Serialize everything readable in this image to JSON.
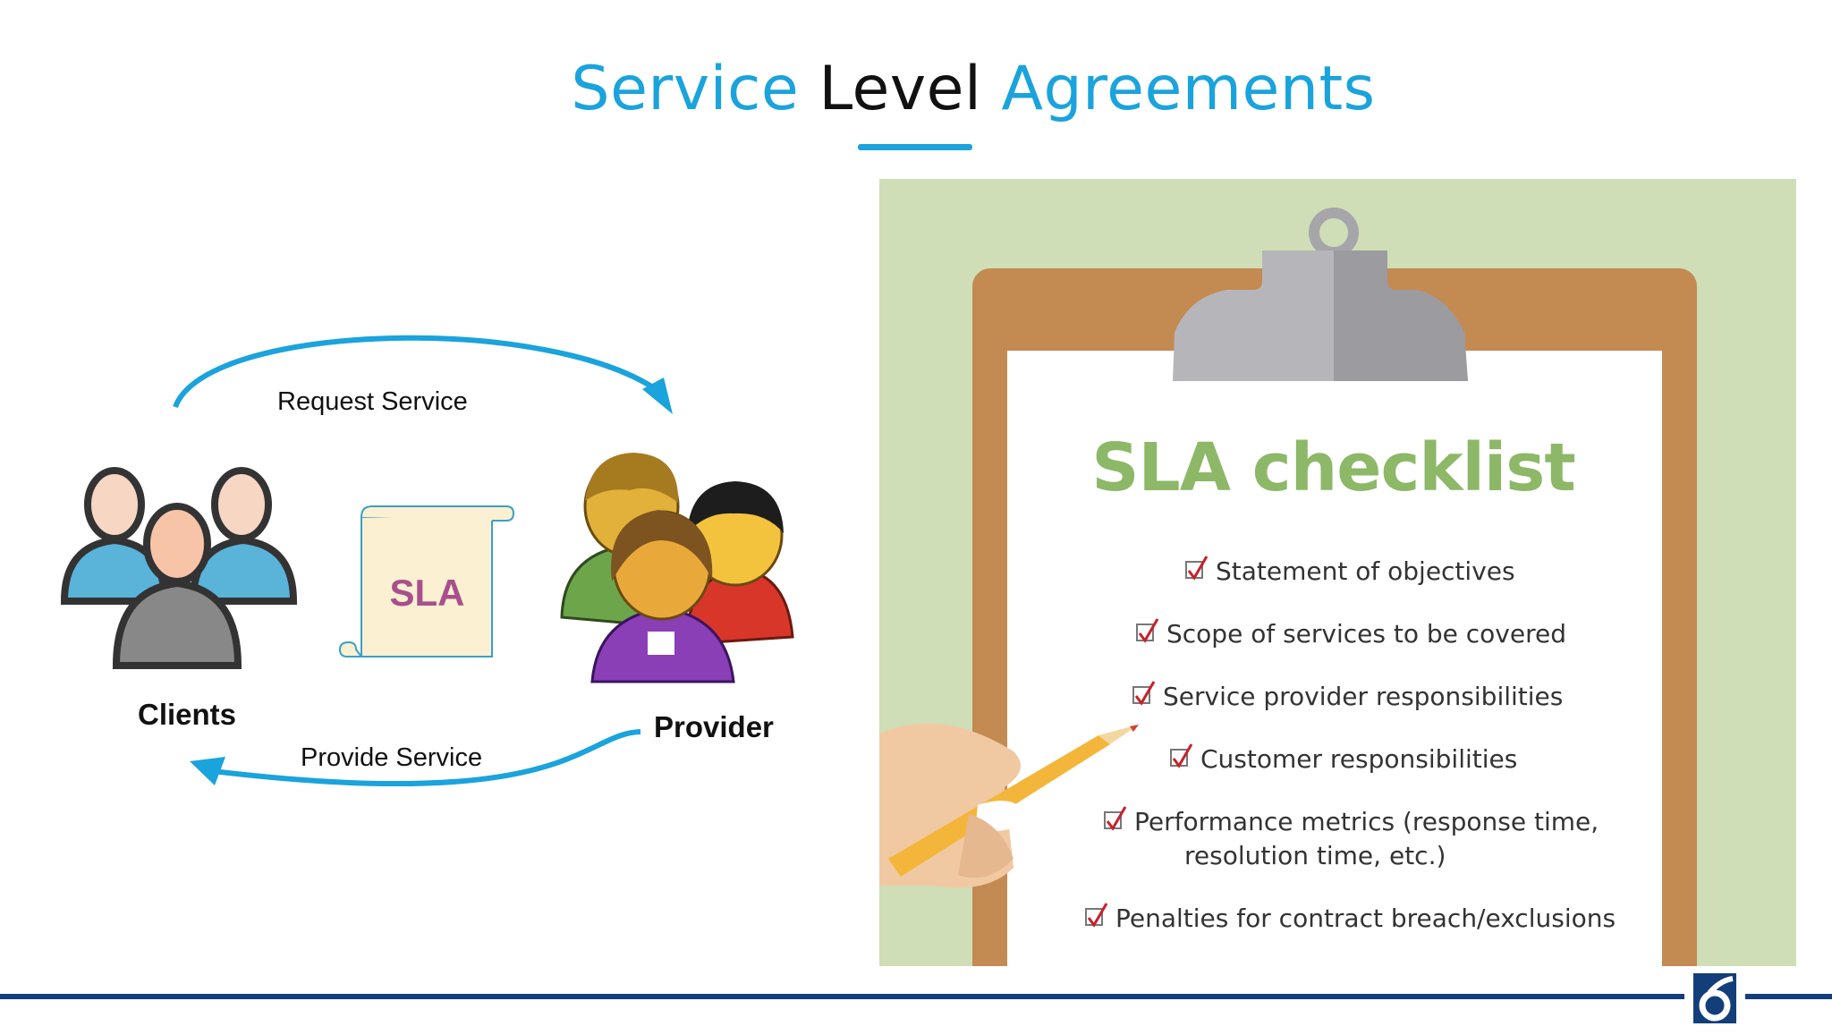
{
  "title": {
    "part1": "Service",
    "part2": "Level",
    "part3": "Agreements"
  },
  "diagram": {
    "request_label": "Request Service",
    "provide_label": "Provide Service",
    "clients_label": "Clients",
    "provider_label": "Provider",
    "sla_label": "SLA",
    "arrow_color": "#1aa3dc"
  },
  "checklist": {
    "title": "SLA checklist",
    "items": [
      {
        "text": "Statement of objectives"
      },
      {
        "text": "Scope of services to be covered"
      },
      {
        "text": "Service provider responsibilities"
      },
      {
        "text": "Customer responsibilities"
      },
      {
        "text": "Performance metrics (response time,",
        "text2": "resolution time, etc.)"
      },
      {
        "text": "Penalties for contract breach/exclusions"
      }
    ],
    "title_color": "#8db867",
    "background_color": "#cfdeb6"
  },
  "footer": {
    "line_color": "#123e7a",
    "logo": "company-logo-icon"
  }
}
